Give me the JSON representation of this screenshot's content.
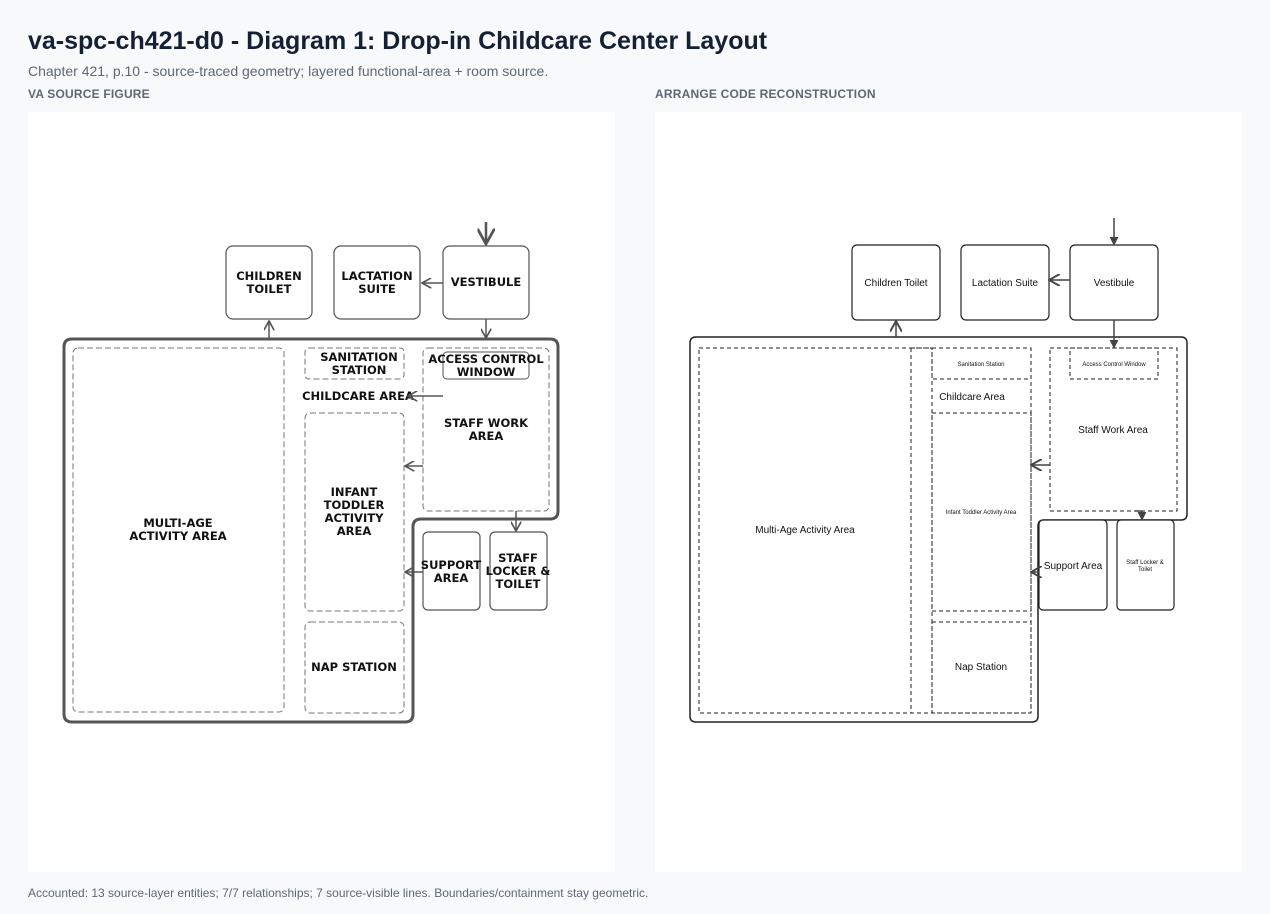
{
  "header": {
    "title": "va-spc-ch421-d0 - Diagram 1: Drop-in Childcare Center Layout",
    "subtitle": "Chapter 421, p.10 - source-traced geometry; layered functional-area + room source."
  },
  "panels": {
    "source_label": "VA SOURCE FIGURE",
    "reconstruction_label": "ARRANGE CODE RECONSTRUCTION"
  },
  "source": {
    "children_toilet": [
      "CHILDREN",
      "TOILET"
    ],
    "lactation_suite": [
      "LACTATION",
      "SUITE"
    ],
    "vestibule": "VESTIBULE",
    "sanitation_station": [
      "SANITATION",
      "STATION"
    ],
    "access_control_window": [
      "ACCESS CONTROL",
      "WINDOW"
    ],
    "childcare_area": "CHILDCARE AREA",
    "staff_work_area": [
      "STAFF WORK",
      "AREA"
    ],
    "infant_toddler": [
      "INFANT",
      "TODDLER",
      "ACTIVITY",
      "AREA"
    ],
    "multi_age": [
      "MULTI-AGE",
      "ACTIVITY AREA"
    ],
    "support_area": [
      "SUPPORT",
      "AREA"
    ],
    "staff_locker": [
      "STAFF",
      "LOCKER &",
      "TOILET"
    ],
    "nap_station": "NAP STATION"
  },
  "reconstruction": {
    "children_toilet": "Children Toilet",
    "lactation_suite": "Lactation Suite",
    "vestibule": "Vestibule",
    "sanitation_station": "Sanitation Station",
    "access_control_window": "Access Control Window",
    "childcare_area": "Childcare Area",
    "staff_work_area": "Staff Work Area",
    "infant_toddler": "Infant Toddler Activity Area",
    "multi_age": "Multi-Age Activity Area",
    "support_area": "Support Area",
    "staff_locker": [
      "Staff Locker &",
      "Toilet"
    ],
    "nap_station": "Nap Station"
  },
  "footer": "Accounted: 13 source-layer entities; 7/7 relationships; 7 source-visible lines. Boundaries/containment stay geometric."
}
